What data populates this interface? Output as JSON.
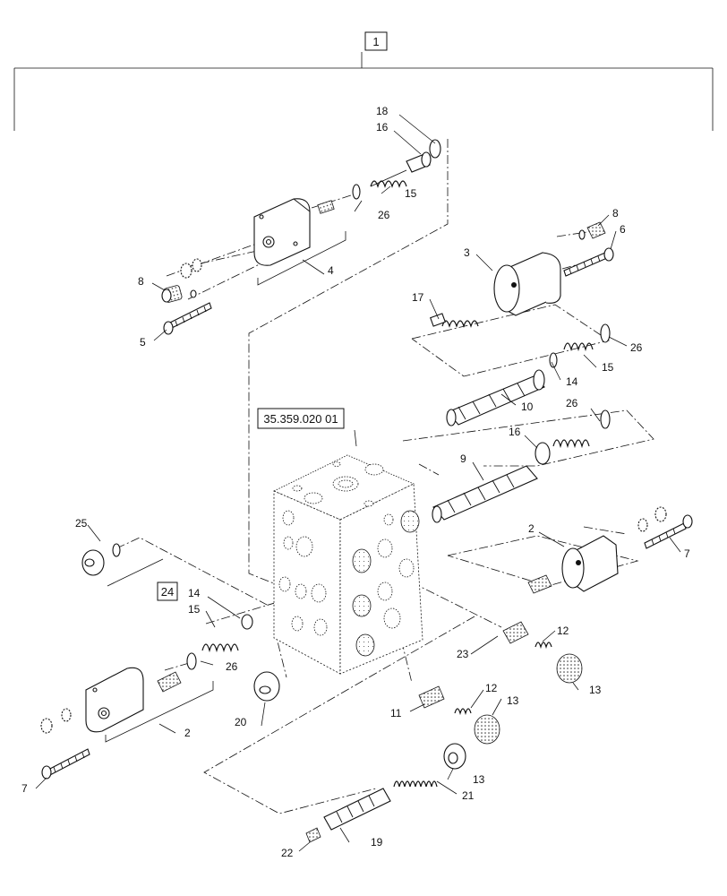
{
  "diagram": {
    "assembly_callout": "1",
    "block_reference": "35.359.020 01",
    "boxed_callout": "24",
    "callouts": {
      "c18": "18",
      "c16a": "16",
      "c15a": "15",
      "c26a": "26",
      "c4": "4",
      "c8a": "8",
      "c5": "5",
      "c8b": "8",
      "c6": "6",
      "c3": "3",
      "c17": "17",
      "c26b": "26",
      "c15b": "15",
      "c14a": "14",
      "c10": "10",
      "c26c": "26",
      "c16b": "16",
      "c9": "9",
      "c2a": "2",
      "c7a": "7",
      "c25": "25",
      "c14b": "14",
      "c15c": "15",
      "c26d": "26",
      "c23": "23",
      "c12a": "12",
      "c13a": "13",
      "c20": "20",
      "c11": "11",
      "c12b": "12",
      "c13b": "13",
      "c2b": "2",
      "c7b": "7",
      "c13c": "13",
      "c21": "21",
      "c22": "22",
      "c19": "19"
    }
  }
}
